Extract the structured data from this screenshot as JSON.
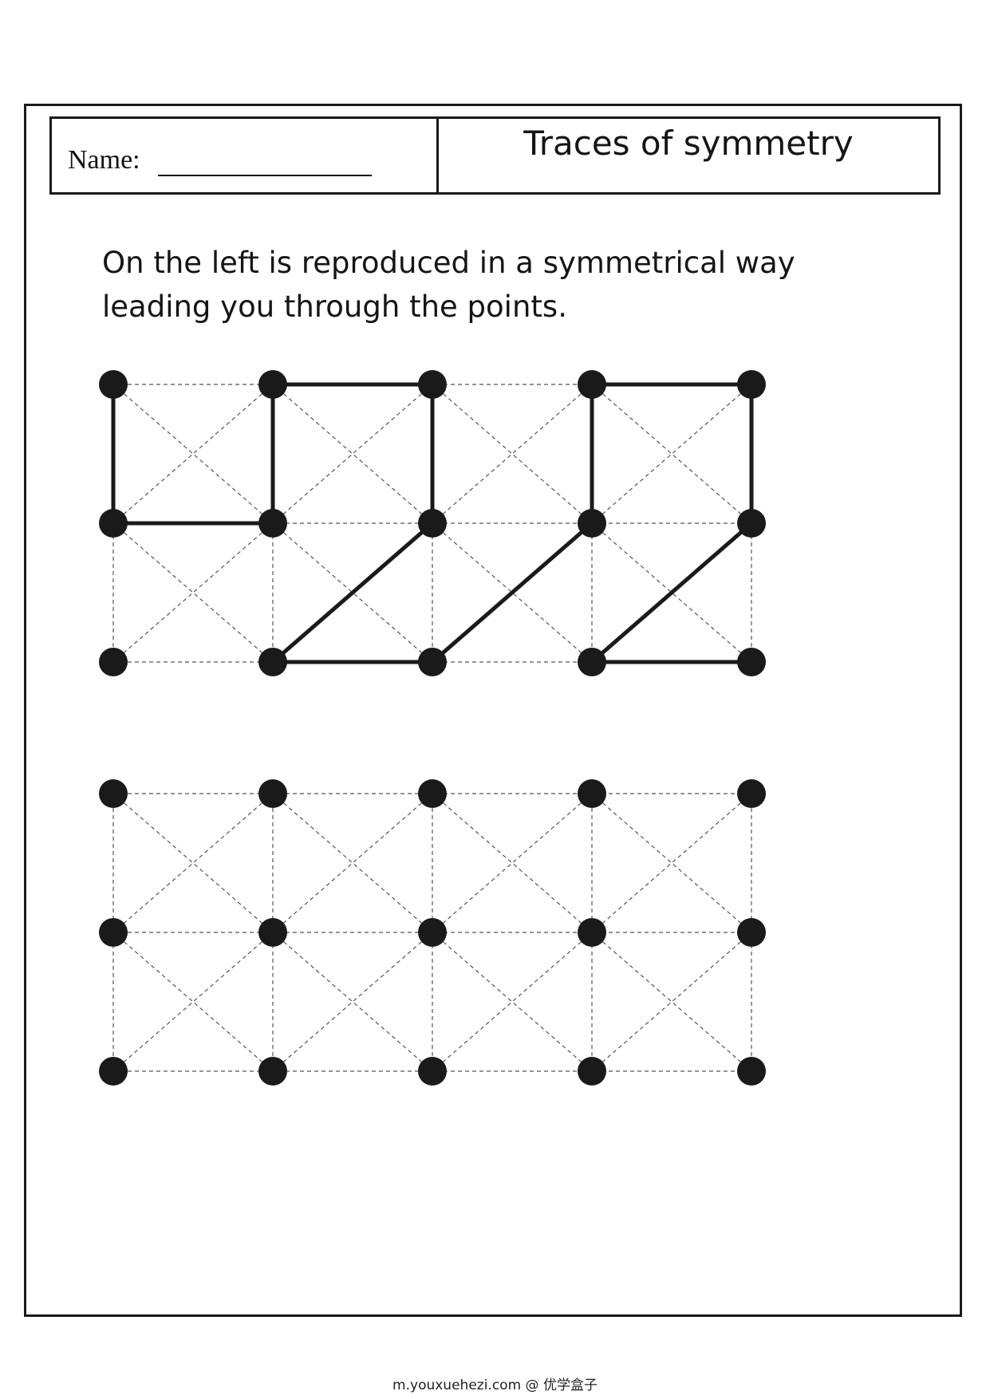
{
  "header": {
    "name_label": "Name:",
    "title": "Traces of symmetry"
  },
  "instructions": {
    "line1": "On the left is reproduced in a symmetrical way",
    "line2": "leading you through the points."
  },
  "footer": {
    "text": "m.youxuehezi.com @ 优学盒子"
  },
  "grids": [
    {
      "name": "example-grid",
      "cols": 5,
      "rows": 3,
      "solid_segments": [
        [
          [
            0,
            0
          ],
          [
            0,
            1
          ]
        ],
        [
          [
            0,
            1
          ],
          [
            1,
            1
          ]
        ],
        [
          [
            1,
            0
          ],
          [
            1,
            1
          ]
        ],
        [
          [
            1,
            0
          ],
          [
            2,
            0
          ]
        ],
        [
          [
            2,
            0
          ],
          [
            2,
            1
          ]
        ],
        [
          [
            2,
            1
          ],
          [
            1,
            2
          ]
        ],
        [
          [
            1,
            2
          ],
          [
            2,
            2
          ]
        ],
        [
          [
            2,
            2
          ],
          [
            3,
            1
          ]
        ],
        [
          [
            3,
            0
          ],
          [
            3,
            1
          ]
        ],
        [
          [
            3,
            0
          ],
          [
            4,
            0
          ]
        ],
        [
          [
            4,
            0
          ],
          [
            4,
            1
          ]
        ],
        [
          [
            4,
            1
          ],
          [
            3,
            2
          ]
        ],
        [
          [
            3,
            2
          ],
          [
            4,
            2
          ]
        ]
      ]
    },
    {
      "name": "practice-grid",
      "cols": 5,
      "rows": 3,
      "solid_segments": []
    }
  ],
  "colors": {
    "ink": "#1a1a1a",
    "dashed": "#555555"
  }
}
